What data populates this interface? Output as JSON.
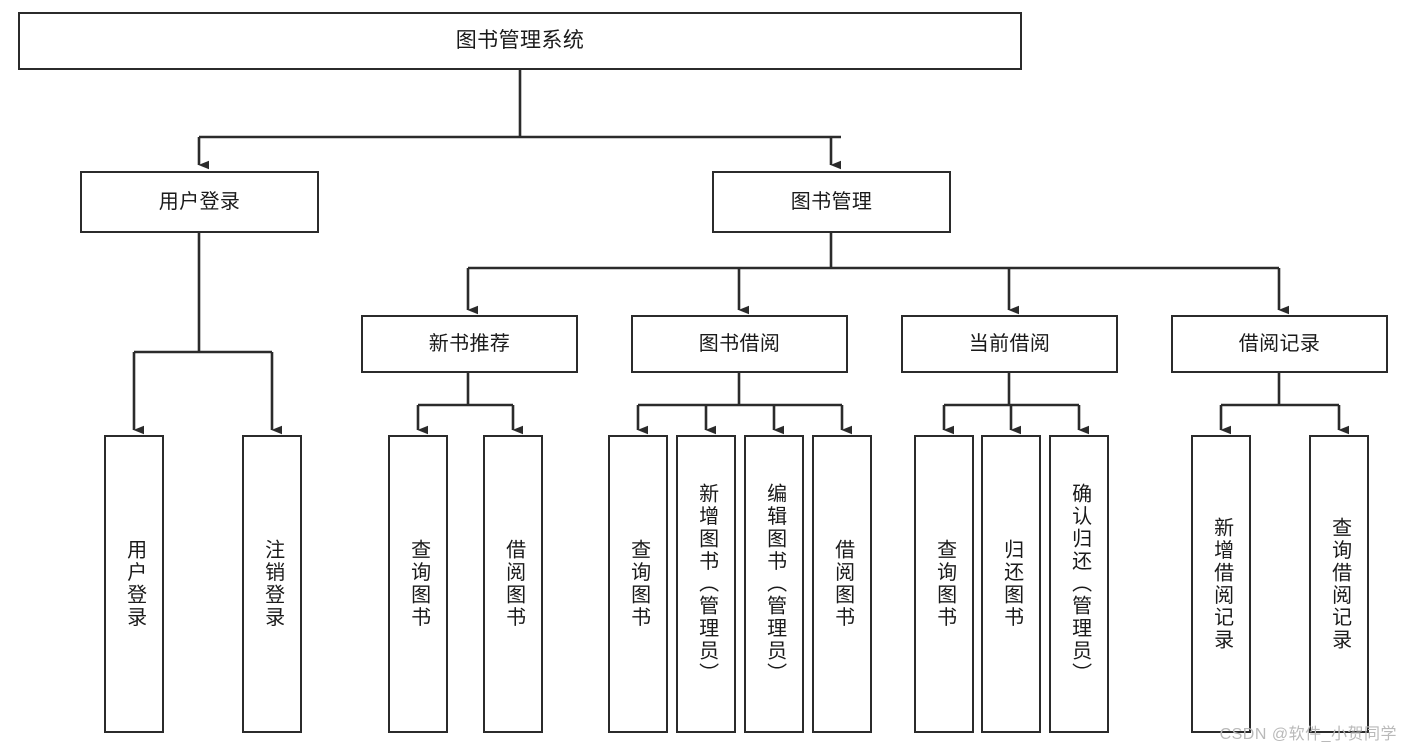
{
  "diagram": {
    "type": "tree",
    "title": "图书管理系统",
    "orientation": "top-down",
    "colors": {
      "background": "#ffffff",
      "box_border": "#2b2b2b",
      "box_fill": "#ffffff",
      "text": "#1a1a1a",
      "connector": "#2b2b2b",
      "watermark": "#b9b9b9"
    },
    "root": {
      "label": "图书管理系统"
    },
    "level1": [
      {
        "label": "用户登录"
      },
      {
        "label": "图书管理"
      }
    ],
    "level2": [
      {
        "label": "新书推荐"
      },
      {
        "label": "图书借阅"
      },
      {
        "label": "当前借阅"
      },
      {
        "label": "借阅记录"
      }
    ],
    "leaves": {
      "user_login": [
        {
          "label": "用户登录"
        },
        {
          "label": "注销登录"
        }
      ],
      "new_book_recommend": [
        {
          "label": "查询图书"
        },
        {
          "label": "借阅图书"
        }
      ],
      "book_borrow": [
        {
          "label": "查询图书"
        },
        {
          "label": "新增图书（管理员）"
        },
        {
          "label": "编辑图书（管理员）"
        },
        {
          "label": "借阅图书"
        }
      ],
      "current_borrow": [
        {
          "label": "查询图书"
        },
        {
          "label": "归还图书"
        },
        {
          "label": "确认归还（管理员）"
        }
      ],
      "borrow_records": [
        {
          "label": "新增借阅记录"
        },
        {
          "label": "查询借阅记录"
        }
      ]
    }
  },
  "watermark": {
    "text": "CSDN @软件_小贺同学"
  }
}
